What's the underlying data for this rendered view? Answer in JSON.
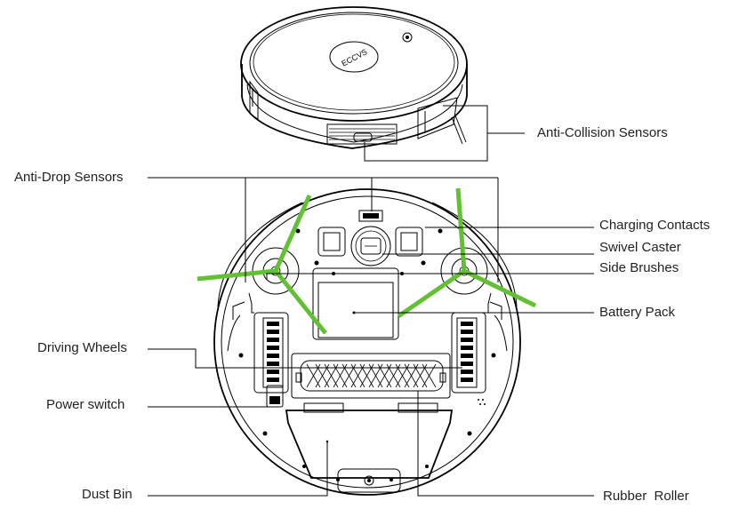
{
  "top_view": {
    "logo_text": "ECCVS"
  },
  "labels": {
    "anti_collision": "Anti-Collision Sensors",
    "anti_drop": "Anti-Drop Sensors",
    "charging_contacts": "Charging Contacts",
    "swivel_caster": "Swivel Caster",
    "side_brushes": "Side Brushes",
    "battery_pack": "Battery Pack",
    "driving_wheels": "Driving Wheels",
    "power_switch": "Power switch",
    "dust_bin": "Dust Bin",
    "rubber_roller": "Rubber  Roller"
  },
  "colors": {
    "brush": "#62c035",
    "line": "#000000",
    "text": "#222222"
  }
}
